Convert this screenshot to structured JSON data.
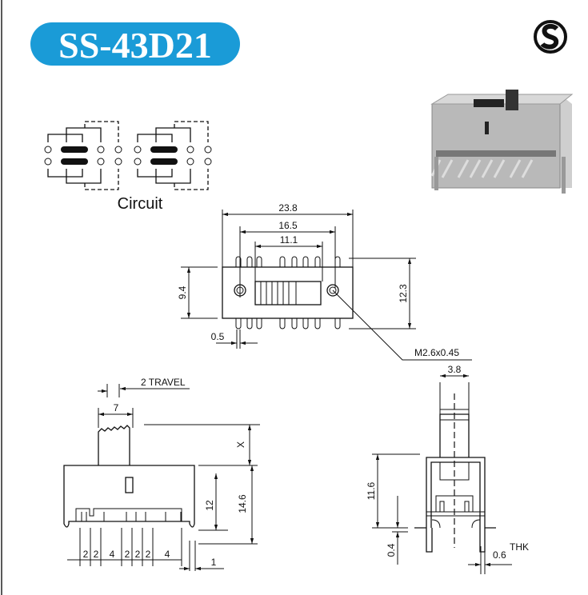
{
  "header": {
    "part_number": "SS-43D21",
    "brand_logo": "S",
    "accent_color": "#1a9bd7"
  },
  "circuit": {
    "label": "Circuit"
  },
  "top_view": {
    "width_overall": "23.8",
    "hole_spacing": "16.5",
    "pin_span": "11.1",
    "body_height": "9.4",
    "pin_height": "12.3",
    "pin_width": "0.5",
    "screw_callout": "M2.6x0.45"
  },
  "side_view": {
    "travel": "2 TRAVEL",
    "actuator_width": "7",
    "actuator_height": "X",
    "pin_length": "12",
    "total_height": "14.6",
    "pin_pitches": [
      "2",
      "2",
      "4",
      "2",
      "2",
      "2",
      "4"
    ],
    "leg_width": "1"
  },
  "front_view": {
    "actuator_width": "3.8",
    "body_height": "11.6",
    "standoff": "0.4",
    "thickness": "0.6",
    "thickness_suffix": "THK"
  }
}
